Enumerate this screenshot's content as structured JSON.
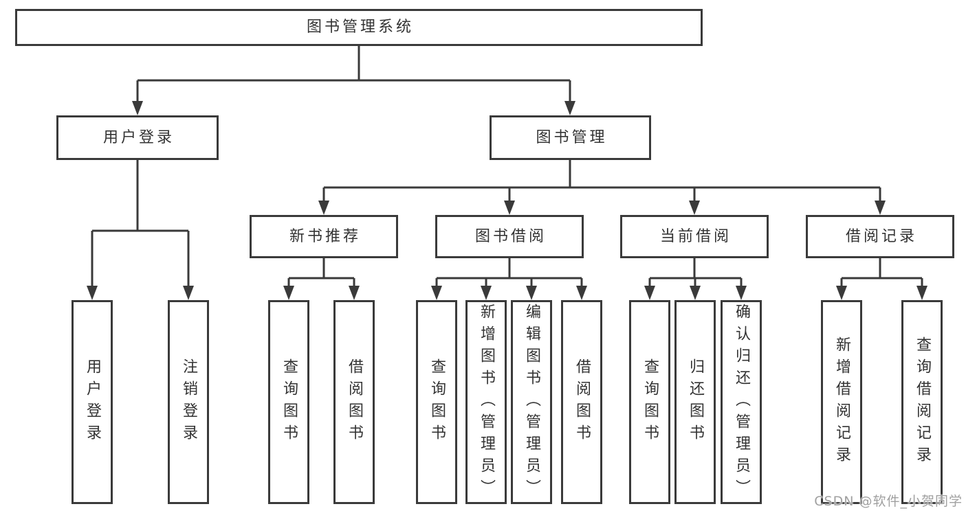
{
  "diagram": {
    "root": {
      "label": "图书管理系统"
    },
    "branches": [
      {
        "label": "用户登录"
      },
      {
        "label": "图书管理"
      }
    ],
    "modules": [
      {
        "label": "新书推荐"
      },
      {
        "label": "图书借阅"
      },
      {
        "label": "当前借阅"
      },
      {
        "label": "借阅记录"
      }
    ],
    "leaves": [
      {
        "label": "用户登录"
      },
      {
        "label": "注销登录"
      },
      {
        "label": "查询图书"
      },
      {
        "label": "借阅图书"
      },
      {
        "label": "查询图书"
      },
      {
        "label": "新增图书（管理员）"
      },
      {
        "label": "编辑图书（管理员）"
      },
      {
        "label": "借阅图书"
      },
      {
        "label": "查询图书"
      },
      {
        "label": "归还图书"
      },
      {
        "label": "确认归还（管理员）"
      },
      {
        "label": "新增借阅记录"
      },
      {
        "label": "查询借阅记录"
      }
    ]
  },
  "watermark": {
    "text": "CSDN @软件_小贺同学"
  },
  "colors": {
    "line": "#3a3a3a",
    "text": "#333333",
    "watermark": "#a0a0a0",
    "background": "#ffffff"
  }
}
